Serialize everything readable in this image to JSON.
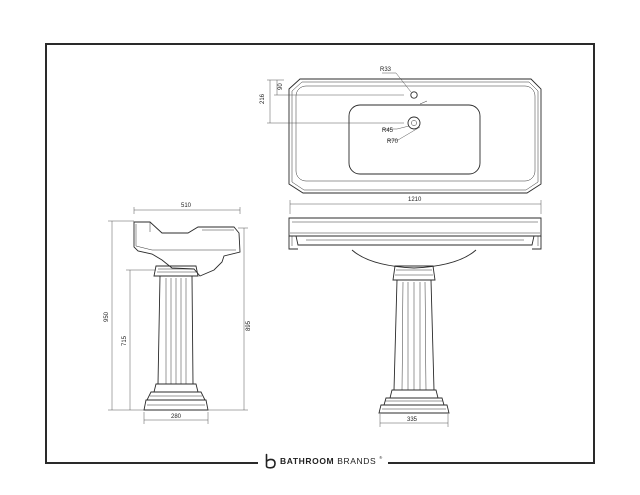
{
  "drawing": {
    "top_view": {
      "tap_hole_radius": "R33",
      "dim_top_edge_to_tap": "90",
      "dim_top_edge_to_waste": "216",
      "waste_radius_inner": "R45",
      "waste_radius_outer": "R70"
    },
    "side_view": {
      "width": "510",
      "overall_height": "950",
      "pedestal_height": "715",
      "rim_height": "895",
      "plinth_width": "280"
    },
    "front_view": {
      "width": "1210",
      "plinth_width": "335"
    }
  },
  "brand": {
    "name_bold": "BATHROOM",
    "name_light": "BRANDS",
    "registered": "®"
  }
}
